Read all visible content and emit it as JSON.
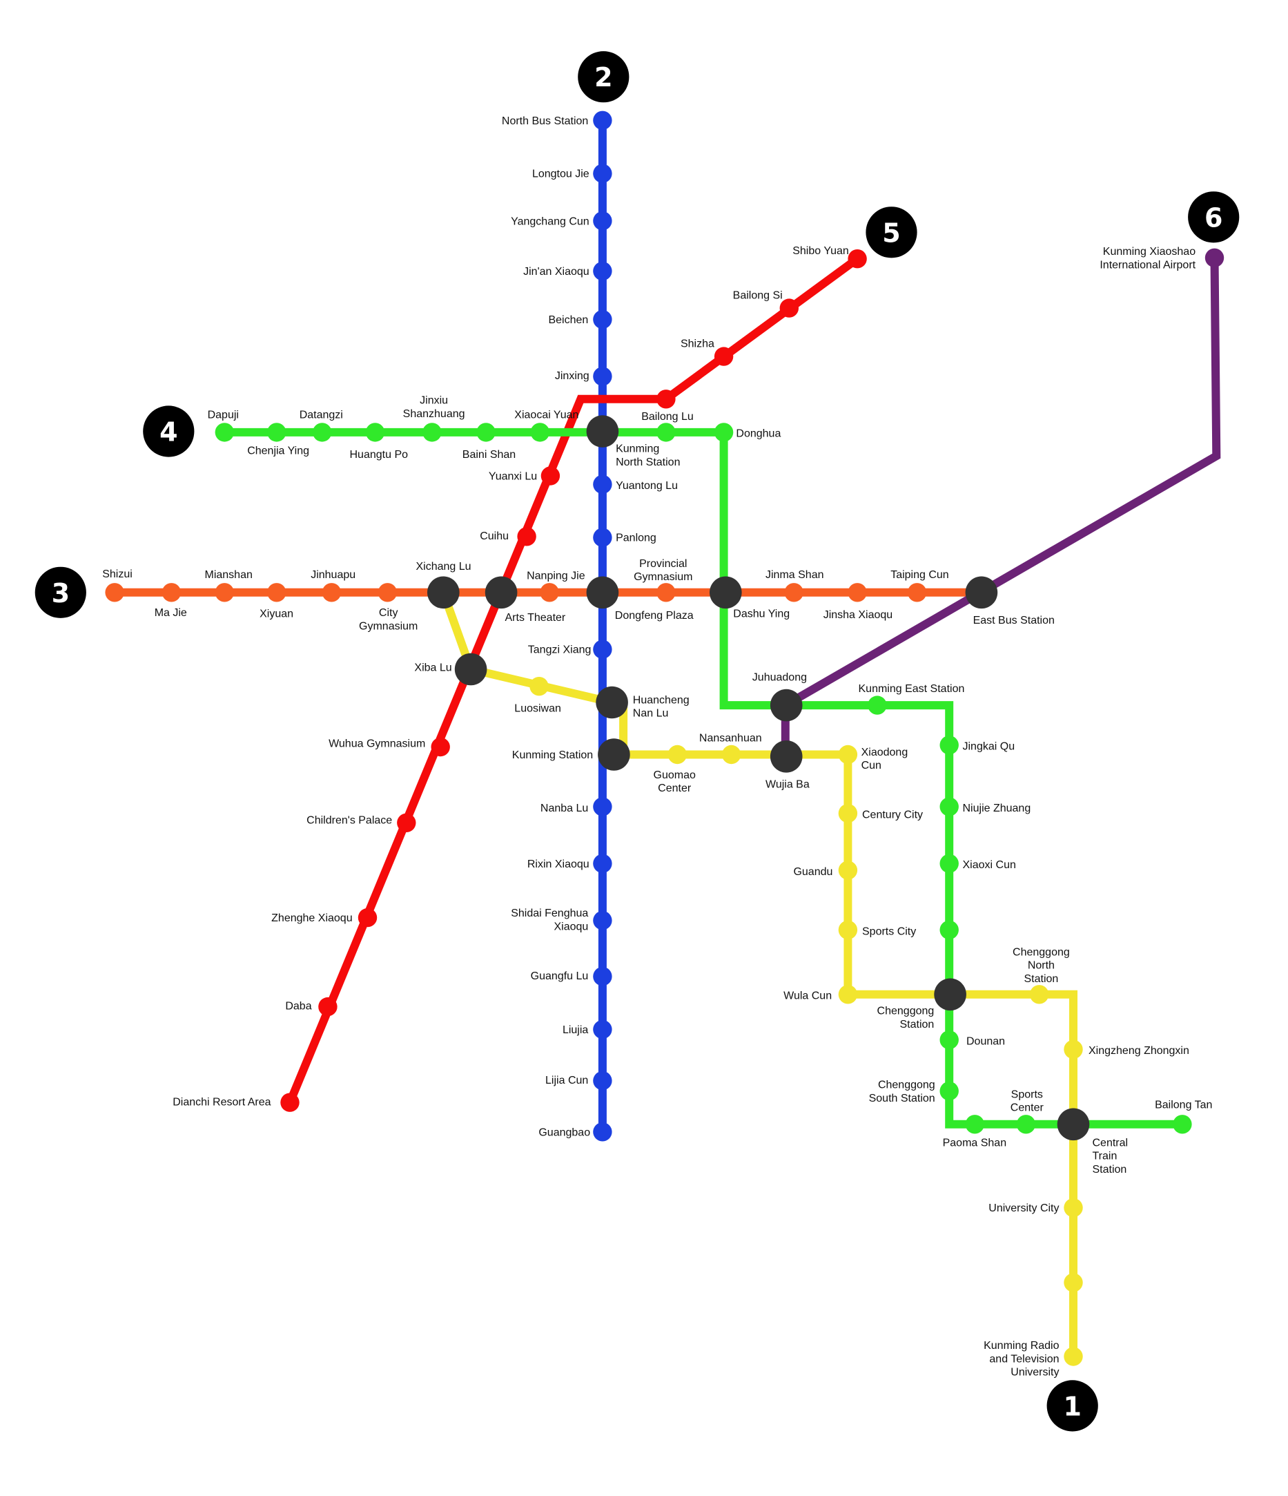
{
  "line_colors": {
    "1": "#f2e52e",
    "2": "#1c3fe0",
    "3": "#f75f23",
    "4": "#31e92a",
    "5": "#f50b0b",
    "6": "#6b2376"
  },
  "interchange_color": "#333333",
  "badges": [
    "2",
    "5",
    "6",
    "4",
    "3",
    "1"
  ],
  "stations": {
    "north_bus_station": "North Bus Station",
    "longtou_jie": "Longtou Jie",
    "yangchang_cun": "Yangchang Cun",
    "jinan_xiaoqu": "Jin'an Xiaoqu",
    "beichen": "Beichen",
    "jinxing": "Jinxing",
    "kunming_north_station": [
      "Kunming",
      "North Station"
    ],
    "yuantong_lu": "Yuantong Lu",
    "panlong": "Panlong",
    "dongfeng_plaza": "Dongfeng Plaza",
    "tangzi_xiang": "Tangzi Xiang",
    "huancheng_nan_lu": [
      "Huancheng",
      "Nan Lu"
    ],
    "kunming_station": "Kunming Station",
    "nanba_lu": "Nanba Lu",
    "rixin_xiaoqu": "Rixin Xiaoqu",
    "shidai_fenghua_xiaoqu": [
      "Shidai Fenghua",
      "Xiaoqu"
    ],
    "guangfu_lu": "Guangfu Lu",
    "liujia": "Liujia",
    "lijia_cun": "Lijia Cun",
    "guangbao": "Guangbao",
    "shibo_yuan": "Shibo Yuan",
    "bailong_si": "Bailong Si",
    "shizha": "Shizha",
    "bailong_lu": "Bailong Lu",
    "yuanxi_lu": "Yuanxi Lu",
    "cuihu": "Cuihu",
    "arts_theater": "Arts Theater",
    "xiba_lu": "Xiba Lu",
    "wuhua_gymnasium": "Wuhua Gymnasium",
    "childrens_palace": "Children's Palace",
    "zhenghe_xiaoqu": "Zhenghe Xiaoqu",
    "daba": "Daba",
    "dianchi_resort_area": "Dianchi Resort Area",
    "dapuji": "Dapuji",
    "chenjia_ying": "Chenjia Ying",
    "datangzi": "Datangzi",
    "huangtu_po": "Huangtu Po",
    "jinxiu_shanzhuang": [
      "Jinxiu",
      "Shanzhuang"
    ],
    "baini_shan": "Baini Shan",
    "xiaocai_yuan": "Xiaocai Yuan",
    "donghua": "Donghua",
    "shizui": "Shizui",
    "ma_jie": "Ma Jie",
    "mianshan": "Mianshan",
    "xiyuan": "Xiyuan",
    "jinhuapu": "Jinhuapu",
    "city_gymnasium": [
      "City",
      "Gymnasium"
    ],
    "xichang_lu": "Xichang Lu",
    "nanping_jie": "Nanping Jie",
    "provincial_gymnasium": [
      "Provincial",
      "Gymnasium"
    ],
    "dashu_ying": "Dashu Ying",
    "jinma_shan": "Jinma Shan",
    "jinsha_xiaoqu": "Jinsha Xiaoqu",
    "taiping_cun": "Taiping Cun",
    "east_bus_station": "East Bus Station",
    "kunming_airport": [
      "Kunming Xiaoshao",
      "International Airport"
    ],
    "juhuadong": "Juhuadong",
    "kunming_east_station": "Kunming East Station",
    "wujia_ba": "Wujia Ba",
    "luosiwan": "Luosiwan",
    "nansanhuan": "Nansanhuan",
    "guomao_center": [
      "Guomao",
      "Center"
    ],
    "xiaodong_cun": [
      "Xiaodong",
      "Cun"
    ],
    "century_city": "Century City",
    "guandu": "Guandu",
    "sports_city": "Sports City",
    "wula_cun": "Wula Cun",
    "chenggong_station": [
      "Chenggong",
      "Station"
    ],
    "chenggong_north_station": [
      "Chenggong",
      "North",
      "Station"
    ],
    "xingzheng_zhongxin": "Xingzheng Zhongxin",
    "central_train_station": [
      "Central",
      "Train",
      "Station"
    ],
    "university_city": "University City",
    "kunming_radio_tv_university": [
      "Kunming Radio",
      "and Television",
      "University"
    ],
    "jingkai_qu": "Jingkai Qu",
    "niujie_zhuang": "Niujie Zhuang",
    "xiaoxi_cun": "Xiaoxi Cun",
    "dounan": "Dounan",
    "chenggong_south_station": [
      "Chenggong",
      "South Station"
    ],
    "sports_center": [
      "Sports",
      "Center"
    ],
    "paoma_shan": "Paoma Shan",
    "bailong_tan": "Bailong Tan"
  }
}
